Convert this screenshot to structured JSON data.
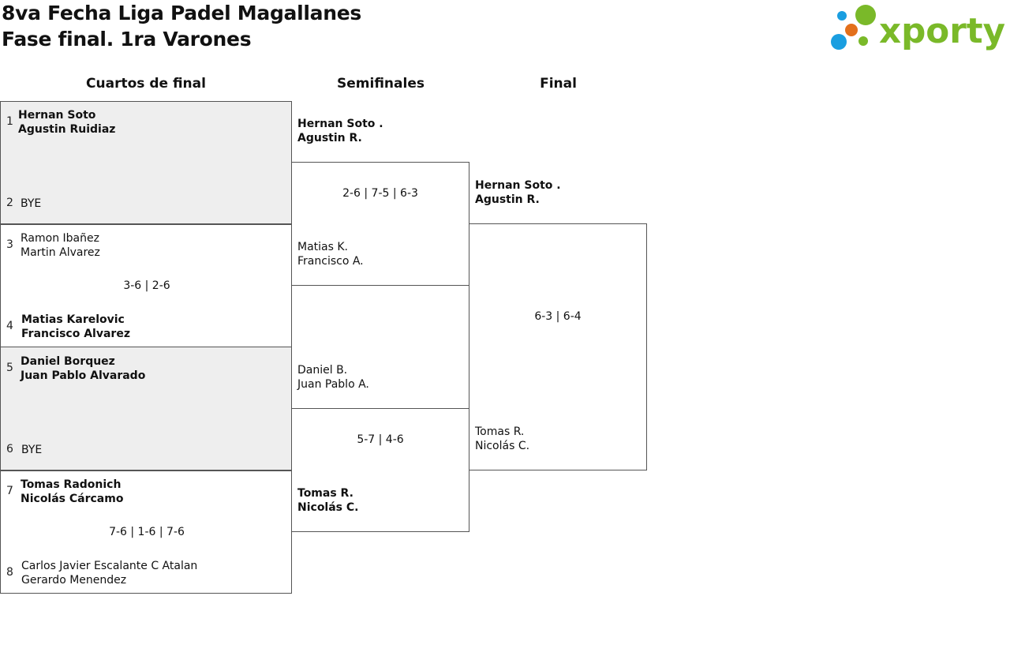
{
  "header": {
    "title_line1": "8va Fecha Liga Padel Magallanes",
    "title_line2": "Fase final. 1ra Varones",
    "logo_text": "xporty",
    "logo_colors": {
      "green": "#7ab929",
      "blue": "#1a9ee0",
      "orange": "#e3701b"
    }
  },
  "rounds": {
    "quarterfinals": "Cuartos de final",
    "semifinals": "Semifinales",
    "final": "Final"
  },
  "quarterfinals": [
    {
      "bye": true,
      "top": {
        "seed": "1",
        "p1": "Hernan Soto",
        "p2": "Agustin Ruidiaz"
      },
      "bottom": {
        "seed": "2",
        "p1": "BYE"
      },
      "score": ""
    },
    {
      "bye": false,
      "top": {
        "seed": "3",
        "p1": "Ramon Ibañez",
        "p2": "Martin Alvarez"
      },
      "bottom": {
        "seed": "4",
        "p1": "Matias Karelovic",
        "p2": "Francisco Alvarez"
      },
      "score": "3-6 | 2-6"
    },
    {
      "bye": true,
      "top": {
        "seed": "5",
        "p1": "Daniel Borquez",
        "p2": "Juan Pablo Alvarado"
      },
      "bottom": {
        "seed": "6",
        "p1": "BYE"
      },
      "score": ""
    },
    {
      "bye": false,
      "top": {
        "seed": "7",
        "p1": "Tomas Radonich",
        "p2": "Nicolás Cárcamo"
      },
      "bottom": {
        "seed": "8",
        "p1": "Carlos Javier Escalante C Atalan",
        "p2": "Gerardo Menendez"
      },
      "score": "7-6 | 1-6 | 7-6"
    }
  ],
  "semifinals": [
    {
      "top": {
        "p1": "Hernan Soto .",
        "p2": "Agustin R."
      },
      "bottom": {
        "p1": "Matias K.",
        "p2": "Francisco A."
      },
      "score": "2-6 | 7-5 | 6-3"
    },
    {
      "top": {
        "p1": "Daniel B.",
        "p2": "Juan Pablo A."
      },
      "bottom": {
        "p1": "Tomas R.",
        "p2": "Nicolás C."
      },
      "score": "5-7 | 4-6"
    }
  ],
  "final": {
    "top": {
      "p1": "Hernan Soto .",
      "p2": "Agustin R."
    },
    "bottom": {
      "p1": "Tomas R.",
      "p2": "Nicolás C."
    },
    "score": "6-3 | 6-4"
  }
}
